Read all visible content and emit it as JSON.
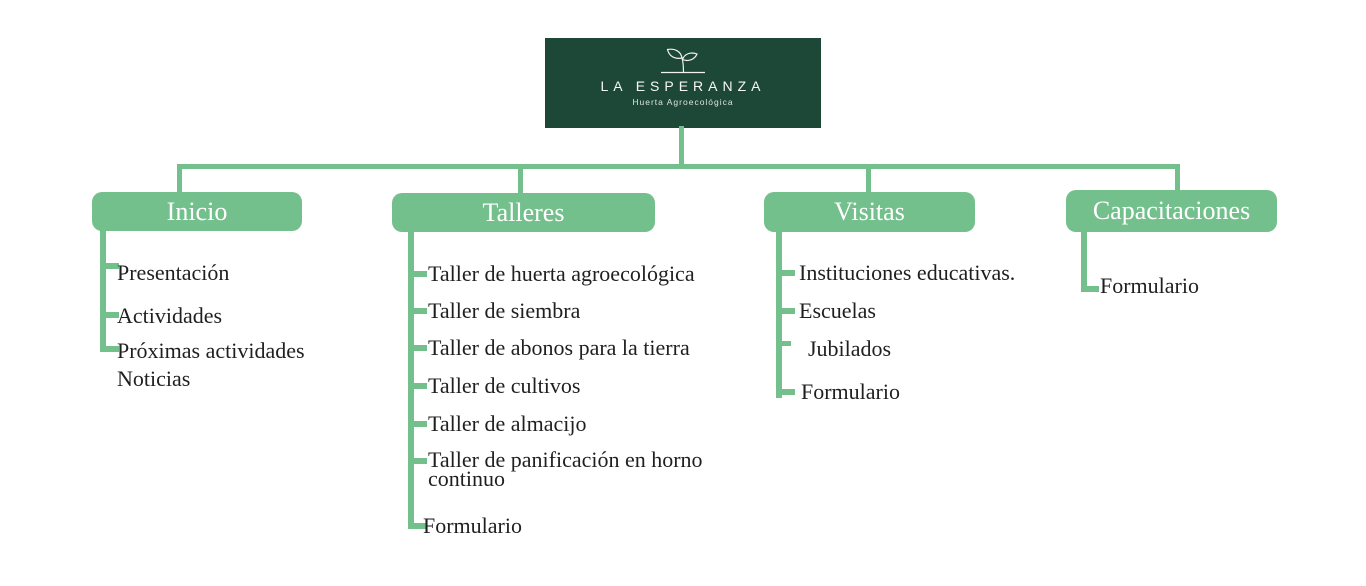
{
  "logo": {
    "title": "LA ESPERANZA",
    "subtitle": "Huerta Agroecológica",
    "icon": "sprout-icon"
  },
  "colors": {
    "header_bg": "#1d4737",
    "accent_green": "#74c08d",
    "item_text": "#1f1f1f",
    "node_text": "#ffffff",
    "background": "#ffffff"
  },
  "branches": [
    {
      "label": "Inicio",
      "items": [
        "Presentación",
        "Actividades",
        "Próximas actividades",
        "Noticias"
      ]
    },
    {
      "label": "Talleres",
      "items": [
        "Taller de huerta agroecológica",
        "Taller de siembra",
        "Taller de abonos para la tierra",
        "Taller de cultivos",
        "Taller de almacijo",
        "Taller de panificación en horno continuo",
        "Formulario"
      ]
    },
    {
      "label": "Visitas",
      "items": [
        "Instituciones educativas.",
        "Escuelas",
        "Jubilados",
        "Formulario"
      ]
    },
    {
      "label": "Capacitaciones",
      "items": [
        "Formulario"
      ]
    }
  ]
}
